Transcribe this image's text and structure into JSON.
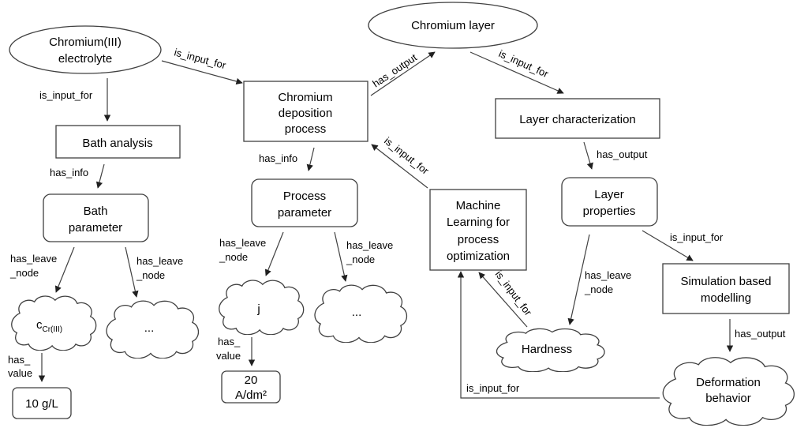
{
  "nodes": {
    "chromium_iii_electrolyte": {
      "lines": [
        "Chromium(III)",
        "electrolyte"
      ],
      "shape": "ellipse"
    },
    "chromium_layer": {
      "lines": [
        "Chromium  layer"
      ],
      "shape": "ellipse"
    },
    "chromium_deposition_process": {
      "lines": [
        "Chromium",
        "deposition",
        "process"
      ],
      "shape": "rect"
    },
    "bath_analysis": {
      "lines": [
        "Bath analysis"
      ],
      "shape": "rect"
    },
    "bath_parameter": {
      "lines": [
        "Bath",
        "parameter"
      ],
      "shape": "rounded-rect"
    },
    "c_cr_iii": {
      "main": "c",
      "sub": "Cr(III)",
      "shape": "cloud"
    },
    "bath_ellipsis": {
      "lines": [
        "..."
      ],
      "shape": "cloud"
    },
    "value_10_g_l": {
      "lines": [
        "10 g/L"
      ],
      "shape": "rounded-rect"
    },
    "process_parameter": {
      "lines": [
        "Process",
        "parameter"
      ],
      "shape": "rounded-rect"
    },
    "j": {
      "lines": [
        "j"
      ],
      "shape": "cloud"
    },
    "process_ellipsis": {
      "lines": [
        "..."
      ],
      "shape": "cloud"
    },
    "value_20_a_dm2": {
      "lines": [
        "20",
        "A/dm²"
      ],
      "shape": "rounded-rect"
    },
    "layer_characterization": {
      "lines": [
        "Layer characterization"
      ],
      "shape": "rect"
    },
    "layer_properties": {
      "lines": [
        "Layer",
        "properties"
      ],
      "shape": "rounded-rect"
    },
    "machine_learning": {
      "lines": [
        "Machine",
        "Learning for",
        "process",
        "optimization"
      ],
      "shape": "rect"
    },
    "simulation_modelling": {
      "lines": [
        "Simulation based",
        "modelling"
      ],
      "shape": "rect"
    },
    "hardness": {
      "lines": [
        "Hardness"
      ],
      "shape": "cloud"
    },
    "deformation_behavior": {
      "lines": [
        "Deformation",
        "behavior"
      ],
      "shape": "cloud"
    }
  },
  "edges": [
    {
      "from": "chromium_iii_electrolyte",
      "to": "chromium_deposition_process",
      "lines": [
        "is_input_for"
      ]
    },
    {
      "from": "chromium_iii_electrolyte",
      "to": "bath_analysis",
      "lines": [
        "is_input_for"
      ]
    },
    {
      "from": "bath_analysis",
      "to": "bath_parameter",
      "lines": [
        "has_info"
      ]
    },
    {
      "from": "bath_parameter",
      "to": "c_cr_iii",
      "lines": [
        "has_leave",
        "_node"
      ]
    },
    {
      "from": "bath_parameter",
      "to": "bath_ellipsis",
      "lines": [
        "has_leave",
        "_node"
      ]
    },
    {
      "from": "c_cr_iii",
      "to": "value_10_g_l",
      "lines": [
        "has_",
        "value"
      ]
    },
    {
      "from": "chromium_deposition_process",
      "to": "chromium_layer",
      "lines": [
        "has_output"
      ]
    },
    {
      "from": "chromium_deposition_process",
      "to": "process_parameter",
      "lines": [
        "has_info"
      ]
    },
    {
      "from": "process_parameter",
      "to": "j",
      "lines": [
        "has_leave",
        "_node"
      ]
    },
    {
      "from": "process_parameter",
      "to": "process_ellipsis",
      "lines": [
        "has_leave",
        "_node"
      ]
    },
    {
      "from": "j",
      "to": "value_20_a_dm2",
      "lines": [
        "has_",
        "value"
      ]
    },
    {
      "from": "chromium_layer",
      "to": "layer_characterization",
      "lines": [
        "is_input_for"
      ]
    },
    {
      "from": "machine_learning",
      "to": "chromium_deposition_process",
      "lines": [
        "is_input_for"
      ]
    },
    {
      "from": "layer_characterization",
      "to": "layer_properties",
      "lines": [
        "has_output"
      ]
    },
    {
      "from": "layer_properties",
      "to": "hardness",
      "lines": [
        "has_leave",
        "_node"
      ]
    },
    {
      "from": "layer_properties",
      "to": "simulation_modelling",
      "lines": [
        "is_input_for"
      ]
    },
    {
      "from": "hardness",
      "to": "machine_learning",
      "lines": [
        "is_input_for"
      ]
    },
    {
      "from": "simulation_modelling",
      "to": "deformation_behavior",
      "lines": [
        "has_output"
      ]
    },
    {
      "from": "deformation_behavior",
      "to": "machine_learning",
      "lines": [
        "is_input_for"
      ]
    }
  ]
}
